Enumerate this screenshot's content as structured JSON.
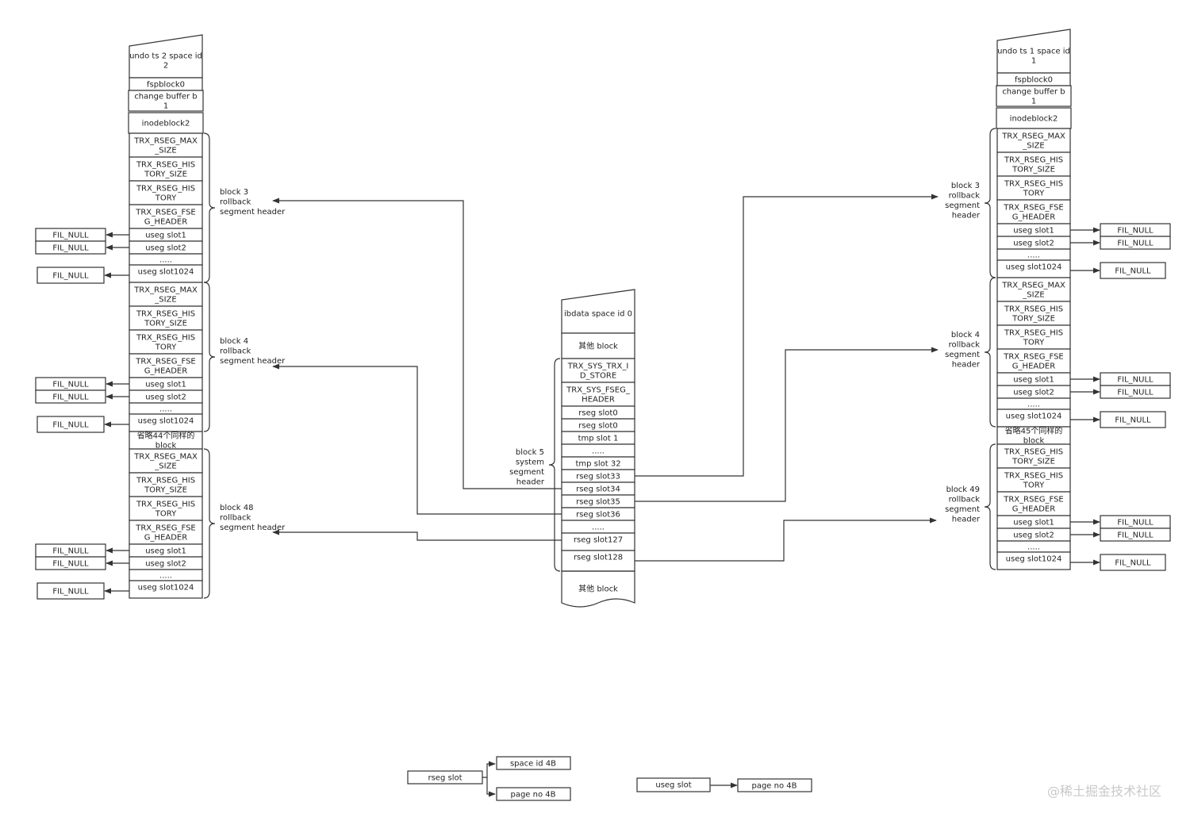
{
  "colors": {
    "stroke": "#333333",
    "text": "#222222",
    "watermark": "#c9c9c9"
  },
  "left_ts": {
    "title": [
      "undo ts 2 space id",
      "2"
    ],
    "pre": [
      {
        "lines": [
          "fspblock0"
        ]
      },
      {
        "lines": [
          "change buffer b",
          "1"
        ]
      },
      {
        "lines": [
          "inodeblock2"
        ]
      }
    ],
    "segments": [
      {
        "label": [
          "block 3",
          "rollback",
          "segment header"
        ],
        "cells": [
          {
            "lines": [
              "TRX_RSEG_MAX",
              "_SIZE"
            ]
          },
          {
            "lines": [
              "TRX_RSEG_HIS",
              "TORY_SIZE"
            ]
          },
          {
            "lines": [
              "TRX_RSEG_HIS",
              "TORY"
            ]
          },
          {
            "lines": [
              "TRX_RSEG_FSE",
              "G_HEADER"
            ]
          },
          {
            "lines": [
              "useg slot1"
            ],
            "fil": "FIL_NULL"
          },
          {
            "lines": [
              "useg slot2"
            ],
            "fil": "FIL_NULL"
          },
          {
            "lines": [
              "....."
            ]
          },
          {
            "lines": [
              "useg slot1024"
            ],
            "fil": "FIL_NULL"
          }
        ]
      },
      {
        "label": [
          "block 4",
          "rollback",
          "segment header"
        ],
        "cells": [
          {
            "lines": [
              "TRX_RSEG_MAX",
              "_SIZE"
            ]
          },
          {
            "lines": [
              "TRX_RSEG_HIS",
              "TORY_SIZE"
            ]
          },
          {
            "lines": [
              "TRX_RSEG_HIS",
              "TORY"
            ]
          },
          {
            "lines": [
              "TRX_RSEG_FSE",
              "G_HEADER"
            ]
          },
          {
            "lines": [
              "useg slot1"
            ],
            "fil": "FIL_NULL"
          },
          {
            "lines": [
              "useg slot2"
            ],
            "fil": "FIL_NULL"
          },
          {
            "lines": [
              "....."
            ]
          },
          {
            "lines": [
              "useg slot1024"
            ],
            "fil": "FIL_NULL"
          }
        ]
      },
      {
        "omitted": [
          "省略44个同样的",
          "block"
        ]
      },
      {
        "label": [
          "block 48",
          "rollback",
          "segment header"
        ],
        "cells": [
          {
            "lines": [
              "TRX_RSEG_MAX",
              "_SIZE"
            ]
          },
          {
            "lines": [
              "TRX_RSEG_HIS",
              "TORY_SIZE"
            ]
          },
          {
            "lines": [
              "TRX_RSEG_HIS",
              "TORY"
            ]
          },
          {
            "lines": [
              "TRX_RSEG_FSE",
              "G_HEADER"
            ]
          },
          {
            "lines": [
              "useg slot1"
            ],
            "fil": "FIL_NULL"
          },
          {
            "lines": [
              "useg slot2"
            ],
            "fil": "FIL_NULL"
          },
          {
            "lines": [
              "....."
            ]
          },
          {
            "lines": [
              "useg slot1024"
            ],
            "fil": "FIL_NULL"
          }
        ]
      }
    ]
  },
  "right_ts": {
    "title": [
      "undo ts 1 space id",
      "1"
    ],
    "pre": [
      {
        "lines": [
          "fspblock0"
        ]
      },
      {
        "lines": [
          "change buffer b",
          "1"
        ]
      },
      {
        "lines": [
          "inodeblock2"
        ]
      }
    ],
    "segments": [
      {
        "label": [
          "block 3",
          "rollback",
          "segment",
          "header"
        ],
        "cells": [
          {
            "lines": [
              "TRX_RSEG_MAX",
              "_SIZE"
            ]
          },
          {
            "lines": [
              "TRX_RSEG_HIS",
              "TORY_SIZE"
            ]
          },
          {
            "lines": [
              "TRX_RSEG_HIS",
              "TORY"
            ]
          },
          {
            "lines": [
              "TRX_RSEG_FSE",
              "G_HEADER"
            ]
          },
          {
            "lines": [
              "useg slot1"
            ],
            "fil": "FIL_NULL"
          },
          {
            "lines": [
              "useg slot2"
            ],
            "fil": "FIL_NULL"
          },
          {
            "lines": [
              "....."
            ]
          },
          {
            "lines": [
              "useg slot1024"
            ],
            "fil": "FIL_NULL"
          }
        ]
      },
      {
        "label": [
          "block 4",
          "rollback",
          "segment",
          "header"
        ],
        "cells": [
          {
            "lines": [
              "TRX_RSEG_MAX",
              "_SIZE"
            ]
          },
          {
            "lines": [
              "TRX_RSEG_HIS",
              "TORY_SIZE"
            ]
          },
          {
            "lines": [
              "TRX_RSEG_HIS",
              "TORY"
            ]
          },
          {
            "lines": [
              "TRX_RSEG_FSE",
              "G_HEADER"
            ]
          },
          {
            "lines": [
              "useg slot1"
            ],
            "fil": "FIL_NULL"
          },
          {
            "lines": [
              "useg slot2"
            ],
            "fil": "FIL_NULL"
          },
          {
            "lines": [
              "....."
            ]
          },
          {
            "lines": [
              "useg slot1024"
            ],
            "fil": "FIL_NULL"
          }
        ]
      },
      {
        "omitted": [
          "省略45个同样的",
          "block"
        ]
      },
      {
        "label": [
          "block 49",
          "rollback",
          "segment",
          "header"
        ],
        "cells": [
          {
            "lines": [
              "TRX_RSEG_HIS",
              "TORY_SIZE"
            ]
          },
          {
            "lines": [
              "TRX_RSEG_HIS",
              "TORY"
            ]
          },
          {
            "lines": [
              "TRX_RSEG_FSE",
              "G_HEADER"
            ]
          },
          {
            "lines": [
              "useg slot1"
            ],
            "fil": "FIL_NULL"
          },
          {
            "lines": [
              "useg slot2"
            ],
            "fil": "FIL_NULL"
          },
          {
            "lines": [
              "....."
            ]
          },
          {
            "lines": [
              "useg slot1024"
            ],
            "fil": "FIL_NULL"
          }
        ]
      }
    ]
  },
  "ibdata": {
    "title": "ibdata space id 0",
    "cells": [
      {
        "lines": [
          "其他 block"
        ]
      },
      {
        "lines": [
          "TRX_SYS_TRX_I",
          "D_STORE"
        ]
      },
      {
        "lines": [
          "TRX_SYS_FSEG_",
          "HEADER"
        ]
      },
      {
        "lines": [
          "rseg slot0"
        ]
      },
      {
        "lines": [
          "rseg slot0"
        ]
      },
      {
        "lines": [
          "tmp slot 1"
        ]
      },
      {
        "lines": [
          "....."
        ]
      },
      {
        "lines": [
          "tmp slot 32"
        ]
      },
      {
        "lines": [
          "rseg slot33"
        ]
      },
      {
        "lines": [
          "rseg slot34"
        ]
      },
      {
        "lines": [
          "rseg slot35"
        ]
      },
      {
        "lines": [
          "rseg slot36"
        ]
      },
      {
        "lines": [
          "....."
        ]
      },
      {
        "lines": [
          "rseg slot127"
        ]
      },
      {
        "lines": [
          "rseg slot128"
        ]
      },
      {
        "lines": [
          "其他 block"
        ]
      }
    ],
    "label": [
      "block 5",
      "system",
      "segment",
      "header"
    ]
  },
  "legend": {
    "rseg": {
      "name": "rseg slot",
      "parts": [
        "space id 4B",
        "page no 4B"
      ]
    },
    "useg": {
      "name": "useg slot",
      "parts": [
        "page no 4B"
      ]
    }
  },
  "watermark": "@稀土掘金技术社区"
}
